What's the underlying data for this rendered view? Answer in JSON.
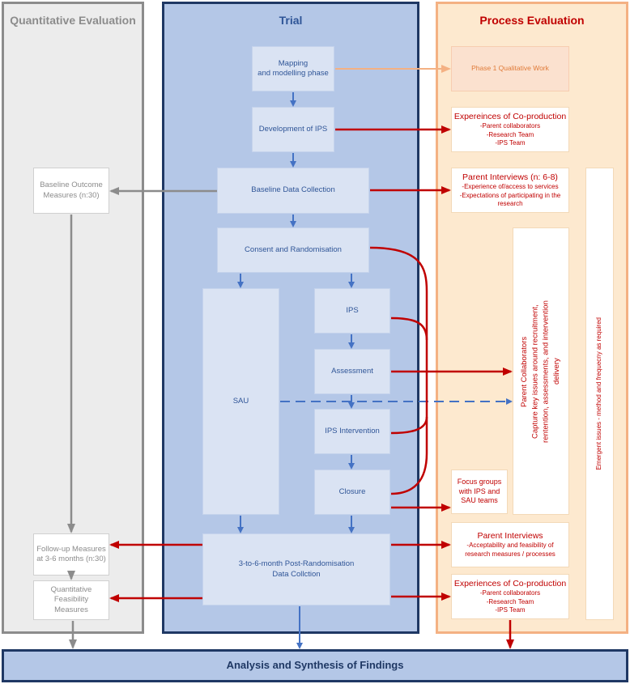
{
  "columns": {
    "quantitative": "Quantitative Evaluation",
    "trial": "Trial",
    "process": "Process Evaluation"
  },
  "trial": {
    "mapping": [
      "Mapping",
      "and modelling phase"
    ],
    "development": "Development of IPS",
    "baseline": "Baseline Data Collection",
    "consent": "Consent and Randomisation",
    "sau": "SAU",
    "ips": "IPS",
    "assessment": "Assessment",
    "ips_intervention": "IPS Intervention",
    "closure": "Closure",
    "post": [
      "3-to-6-month Post-Randomisation",
      "Data Collction"
    ]
  },
  "quantitative": {
    "baseline": "Baseline Outcome Measures (n:30)",
    "followup": "Follow-up Measures at 3-6 months (n:30)",
    "feasibility": "Quantitative Feasibility Measures"
  },
  "process": {
    "phase1": "Phase 1 Qualitative Work",
    "coprod1": {
      "title": "Expereinces of Co-production",
      "items": [
        "-Parent collaborators",
        "-Research Team",
        "-IPS Team"
      ]
    },
    "interviews1": {
      "title": "Parent Interviews (n: 6-8)",
      "items": [
        "-Experience of/access to  services",
        "-Expectations of participating in the research"
      ]
    },
    "collaborators": {
      "title": "Parent Collaborators",
      "body": "Capture key issues around recruitment, rentention, assessments, and intervention delivery"
    },
    "emergent": "Emergent issues - method and frequecny as required",
    "focus": "Focus groups with  IPS and SAU teams",
    "interviews2": {
      "title": "Parent Interviews",
      "body": "-Acceptability and feasibility of research measures / processes"
    },
    "coprod2": {
      "title": "Experiences of Co-production",
      "items": [
        "-Parent collaborators",
        "-Research Team",
        "-IPS Team"
      ]
    }
  },
  "footer": "Analysis and Synthesis of Findings",
  "colors": {
    "trial_border": "#1f3864",
    "trial_bg": "#b4c7e7",
    "quant_border": "#8c8c8c",
    "process_border": "#f4b183",
    "red": "#c00000",
    "blue": "#4472c4"
  }
}
